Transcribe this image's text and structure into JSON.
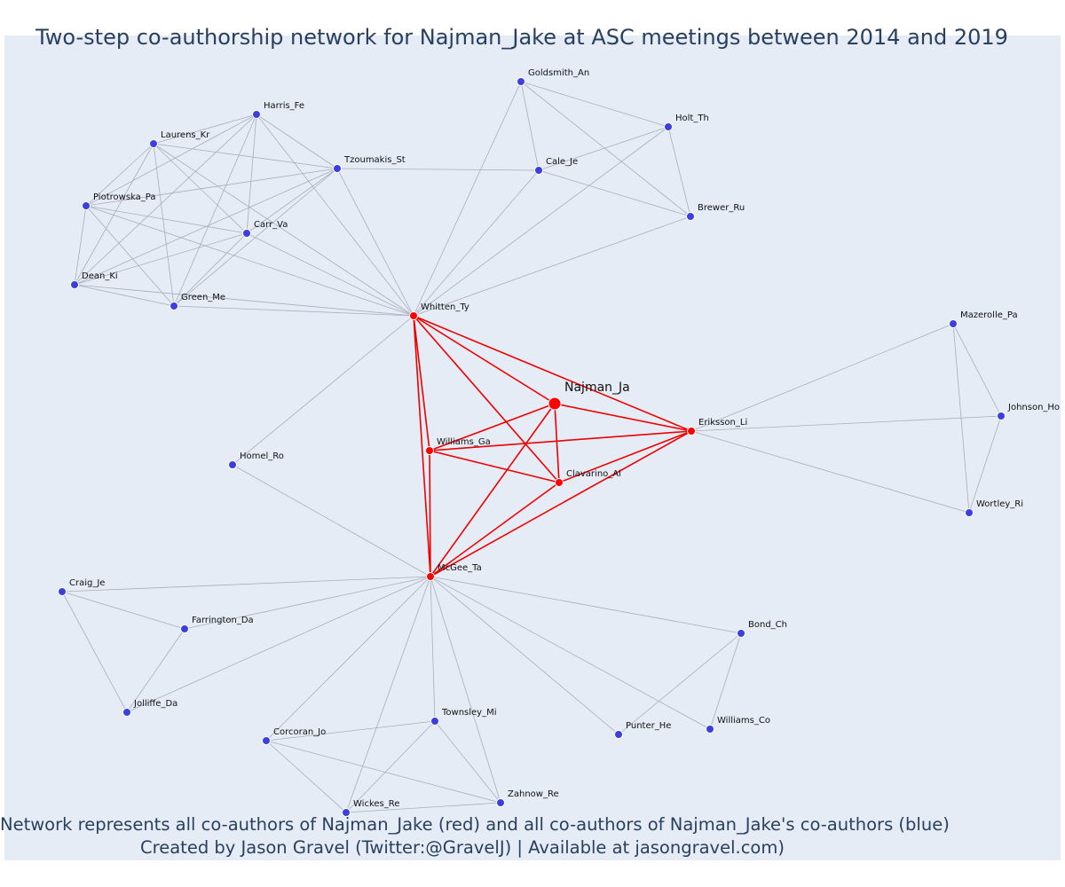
{
  "title": "Two-step co-authorship network for Najman_Jake at ASC meetings between 2014 and 2019",
  "caption_line1": "Network represents all co-authors of Najman_Jake (red) and all co-authors of Najman_Jake's co-authors (blue)",
  "caption_line2": "Created by Jason Gravel (Twitter:@GravelJ) | Available at jasongravel.com)",
  "colors": {
    "background": "#e5ecf6",
    "direct_node": "#ff0000",
    "indirect_node": "#3b3fe0",
    "direct_edge": "#ee0000",
    "indirect_edge": "#a9adbd",
    "text": "#2a3f5f"
  },
  "legend": {
    "direct": "red",
    "indirect": "blue"
  },
  "network": {
    "ego": "Najman_Ja",
    "nodes": [
      {
        "id": "Najman_Ja",
        "group": "ego"
      },
      {
        "id": "Whitten_Ty",
        "group": "direct"
      },
      {
        "id": "Williams_Ga",
        "group": "direct"
      },
      {
        "id": "Clavarino_Al",
        "group": "direct"
      },
      {
        "id": "Eriksson_Li",
        "group": "direct"
      },
      {
        "id": "McGee_Ta",
        "group": "direct"
      },
      {
        "id": "Goldsmith_An",
        "group": "indirect"
      },
      {
        "id": "Holt_Th",
        "group": "indirect"
      },
      {
        "id": "Cale_Je",
        "group": "indirect"
      },
      {
        "id": "Brewer_Ru",
        "group": "indirect"
      },
      {
        "id": "Harris_Fe",
        "group": "indirect"
      },
      {
        "id": "Laurens_Kr",
        "group": "indirect"
      },
      {
        "id": "Tzoumakis_St",
        "group": "indirect"
      },
      {
        "id": "Piotrowska_Pa",
        "group": "indirect"
      },
      {
        "id": "Carr_Va",
        "group": "indirect"
      },
      {
        "id": "Dean_Ki",
        "group": "indirect"
      },
      {
        "id": "Green_Me",
        "group": "indirect"
      },
      {
        "id": "Homel_Ro",
        "group": "indirect"
      },
      {
        "id": "Mazerolle_Pa",
        "group": "indirect"
      },
      {
        "id": "Johnson_Ho",
        "group": "indirect"
      },
      {
        "id": "Wortley_Ri",
        "group": "indirect"
      },
      {
        "id": "Craig_Je",
        "group": "indirect"
      },
      {
        "id": "Farrington_Da",
        "group": "indirect"
      },
      {
        "id": "Jolliffe_Da",
        "group": "indirect"
      },
      {
        "id": "Bond_Ch",
        "group": "indirect"
      },
      {
        "id": "Punter_He",
        "group": "indirect"
      },
      {
        "id": "Williams_Co",
        "group": "indirect"
      },
      {
        "id": "Townsley_Mi",
        "group": "indirect"
      },
      {
        "id": "Corcoran_Jo",
        "group": "indirect"
      },
      {
        "id": "Wickes_Re",
        "group": "indirect"
      },
      {
        "id": "Zahnow_Re",
        "group": "indirect"
      }
    ],
    "edges": [
      [
        "Najman_Ja",
        "Whitten_Ty"
      ],
      [
        "Najman_Ja",
        "Williams_Ga"
      ],
      [
        "Najman_Ja",
        "Clavarino_Al"
      ],
      [
        "Najman_Ja",
        "Eriksson_Li"
      ],
      [
        "Najman_Ja",
        "McGee_Ta"
      ],
      [
        "Whitten_Ty",
        "Williams_Ga"
      ],
      [
        "Whitten_Ty",
        "Clavarino_Al"
      ],
      [
        "Whitten_Ty",
        "Eriksson_Li"
      ],
      [
        "Whitten_Ty",
        "McGee_Ta"
      ],
      [
        "Williams_Ga",
        "Clavarino_Al"
      ],
      [
        "Williams_Ga",
        "Eriksson_Li"
      ],
      [
        "Williams_Ga",
        "McGee_Ta"
      ],
      [
        "Clavarino_Al",
        "Eriksson_Li"
      ],
      [
        "Clavarino_Al",
        "McGee_Ta"
      ],
      [
        "Eriksson_Li",
        "McGee_Ta"
      ],
      [
        "Goldsmith_An",
        "Cale_Je"
      ],
      [
        "Goldsmith_An",
        "Holt_Th"
      ],
      [
        "Goldsmith_An",
        "Brewer_Ru"
      ],
      [
        "Goldsmith_An",
        "Whitten_Ty"
      ],
      [
        "Cale_Je",
        "Holt_Th"
      ],
      [
        "Cale_Je",
        "Brewer_Ru"
      ],
      [
        "Cale_Je",
        "Whitten_Ty"
      ],
      [
        "Cale_Je",
        "Tzoumakis_St"
      ],
      [
        "Holt_Th",
        "Brewer_Ru"
      ],
      [
        "Holt_Th",
        "Whitten_Ty"
      ],
      [
        "Brewer_Ru",
        "Whitten_Ty"
      ],
      [
        "Harris_Fe",
        "Laurens_Kr"
      ],
      [
        "Harris_Fe",
        "Tzoumakis_St"
      ],
      [
        "Harris_Fe",
        "Piotrowska_Pa"
      ],
      [
        "Harris_Fe",
        "Carr_Va"
      ],
      [
        "Harris_Fe",
        "Dean_Ki"
      ],
      [
        "Harris_Fe",
        "Green_Me"
      ],
      [
        "Harris_Fe",
        "Whitten_Ty"
      ],
      [
        "Laurens_Kr",
        "Tzoumakis_St"
      ],
      [
        "Laurens_Kr",
        "Piotrowska_Pa"
      ],
      [
        "Laurens_Kr",
        "Carr_Va"
      ],
      [
        "Laurens_Kr",
        "Dean_Ki"
      ],
      [
        "Laurens_Kr",
        "Green_Me"
      ],
      [
        "Laurens_Kr",
        "Whitten_Ty"
      ],
      [
        "Tzoumakis_St",
        "Piotrowska_Pa"
      ],
      [
        "Tzoumakis_St",
        "Carr_Va"
      ],
      [
        "Tzoumakis_St",
        "Dean_Ki"
      ],
      [
        "Tzoumakis_St",
        "Green_Me"
      ],
      [
        "Tzoumakis_St",
        "Whitten_Ty"
      ],
      [
        "Piotrowska_Pa",
        "Carr_Va"
      ],
      [
        "Piotrowska_Pa",
        "Dean_Ki"
      ],
      [
        "Piotrowska_Pa",
        "Green_Me"
      ],
      [
        "Piotrowska_Pa",
        "Whitten_Ty"
      ],
      [
        "Carr_Va",
        "Dean_Ki"
      ],
      [
        "Carr_Va",
        "Green_Me"
      ],
      [
        "Carr_Va",
        "Whitten_Ty"
      ],
      [
        "Dean_Ki",
        "Green_Me"
      ],
      [
        "Dean_Ki",
        "Whitten_Ty"
      ],
      [
        "Green_Me",
        "Whitten_Ty"
      ],
      [
        "Whitten_Ty",
        "Homel_Ro"
      ],
      [
        "Homel_Ro",
        "McGee_Ta"
      ],
      [
        "Eriksson_Li",
        "Mazerolle_Pa"
      ],
      [
        "Eriksson_Li",
        "Johnson_Ho"
      ],
      [
        "Eriksson_Li",
        "Wortley_Ri"
      ],
      [
        "Mazerolle_Pa",
        "Johnson_Ho"
      ],
      [
        "Mazerolle_Pa",
        "Wortley_Ri"
      ],
      [
        "Johnson_Ho",
        "Wortley_Ri"
      ],
      [
        "McGee_Ta",
        "Craig_Je"
      ],
      [
        "McGee_Ta",
        "Farrington_Da"
      ],
      [
        "McGee_Ta",
        "Jolliffe_Da"
      ],
      [
        "Craig_Je",
        "Farrington_Da"
      ],
      [
        "Craig_Je",
        "Jolliffe_Da"
      ],
      [
        "Farrington_Da",
        "Jolliffe_Da"
      ],
      [
        "McGee_Ta",
        "Bond_Ch"
      ],
      [
        "McGee_Ta",
        "Punter_He"
      ],
      [
        "McGee_Ta",
        "Williams_Co"
      ],
      [
        "Bond_Ch",
        "Punter_He"
      ],
      [
        "Bond_Ch",
        "Williams_Co"
      ],
      [
        "McGee_Ta",
        "Townsley_Mi"
      ],
      [
        "McGee_Ta",
        "Corcoran_Jo"
      ],
      [
        "McGee_Ta",
        "Wickes_Re"
      ],
      [
        "McGee_Ta",
        "Zahnow_Re"
      ],
      [
        "Townsley_Mi",
        "Corcoran_Jo"
      ],
      [
        "Townsley_Mi",
        "Wickes_Re"
      ],
      [
        "Townsley_Mi",
        "Zahnow_Re"
      ],
      [
        "Corcoran_Jo",
        "Wickes_Re"
      ],
      [
        "Corcoran_Jo",
        "Zahnow_Re"
      ],
      [
        "Wickes_Re",
        "Zahnow_Re"
      ]
    ]
  }
}
